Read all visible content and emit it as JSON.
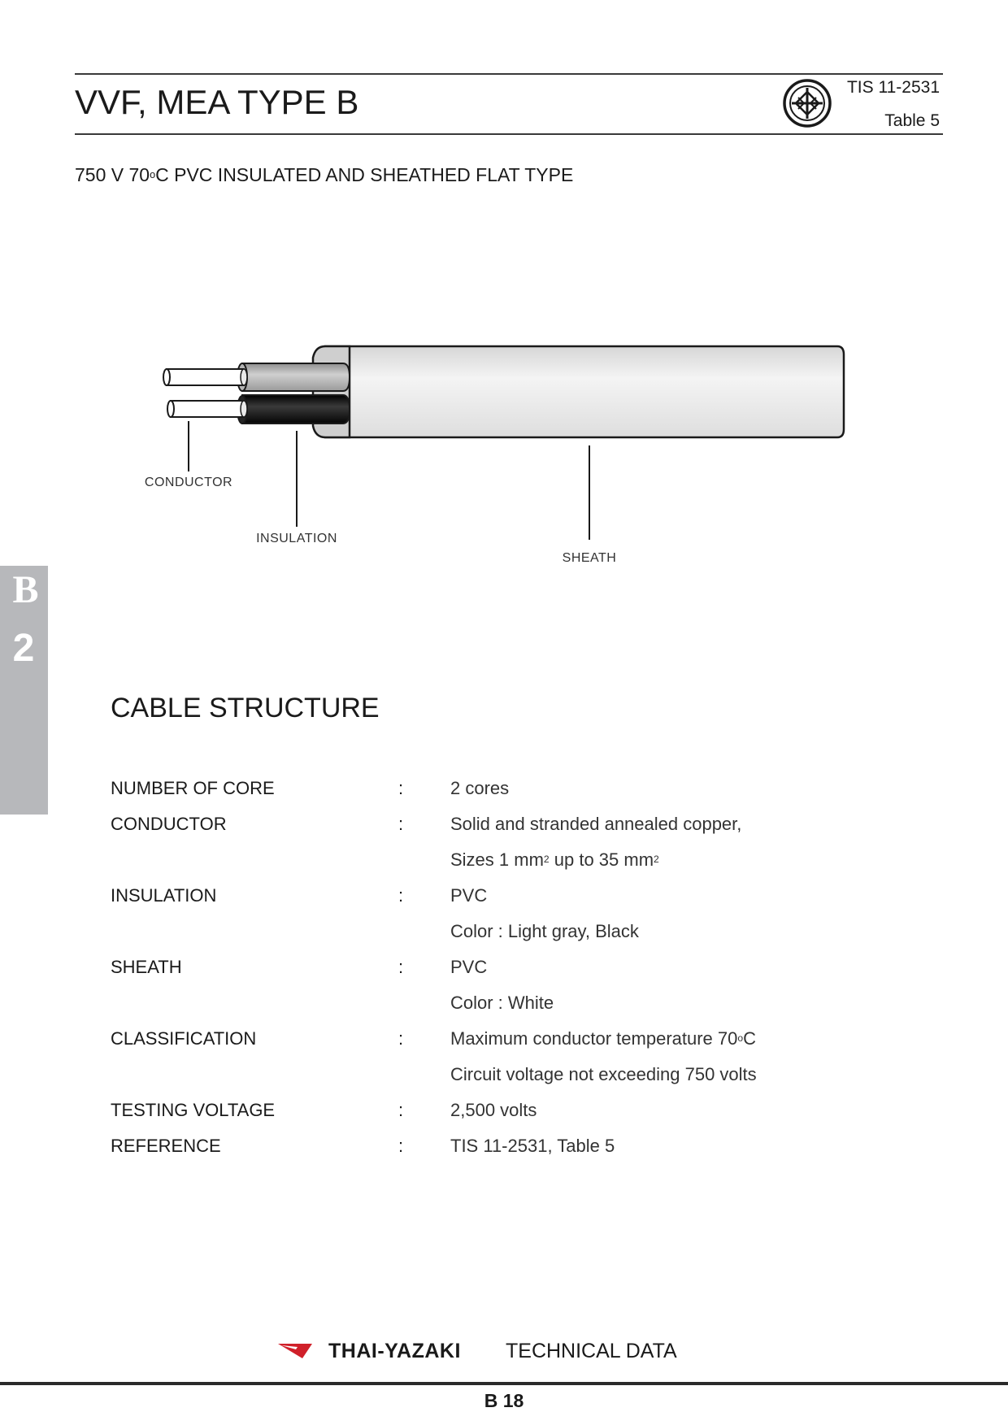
{
  "header": {
    "title": "VVF, MEA TYPE B",
    "standard_code": "TIS 11-2531",
    "standard_table": "Table 5",
    "logo_icon": "tis-certification-icon"
  },
  "subtitle": {
    "pre": "750 V 70",
    "deg": "o",
    "post": "C PVC INSULATED AND SHEATHED FLAT TYPE"
  },
  "diagram": {
    "labels": {
      "conductor": "CONDUCTOR",
      "insulation": "INSULATION",
      "sheath": "SHEATH"
    },
    "colors": {
      "sheath": "#eeeeee",
      "core_light": "#b5b5b5",
      "core_dark": "#1c1c1c",
      "conductor": "#ffffff"
    }
  },
  "side_tab": {
    "letter": "B",
    "number": "2",
    "color": "#b7b8bb"
  },
  "section_title": "CABLE STRUCTURE",
  "spec_rows": [
    {
      "label": "NUMBER OF CORE",
      "colon": ":",
      "value": "2  cores"
    },
    {
      "label": "CONDUCTOR",
      "colon": ":",
      "value": "Solid and stranded annealed copper,"
    },
    {
      "label": "",
      "colon": "",
      "value_pre": "Sizes 1 mm",
      "sup1": "2",
      "value_mid": " up to 35 mm",
      "sup2": "2"
    },
    {
      "label": "INSULATION",
      "colon": ":",
      "value": "PVC"
    },
    {
      "label": "",
      "colon": "",
      "value": "Color :  Light gray, Black"
    },
    {
      "label": "SHEATH",
      "colon": ":",
      "value": "PVC"
    },
    {
      "label": "",
      "colon": "",
      "value": "Color :  White"
    },
    {
      "label": "CLASSIFICATION",
      "colon": ":",
      "value_pre": "Maximum conductor temperature 70",
      "sup1": "o",
      "value_mid": "C"
    },
    {
      "label": "",
      "colon": "",
      "value": "Circuit voltage not exceeding 750 volts"
    },
    {
      "label": "TESTING VOLTAGE",
      "colon": ":",
      "value": "2,500 volts"
    },
    {
      "label": "REFERENCE",
      "colon": ":",
      "value": "TIS 11-2531, Table 5"
    }
  ],
  "footer": {
    "brand": "THAI-YAZAKI",
    "tagline": "TECHNICAL  DATA",
    "page": "B 18",
    "brand_color": "#d0202a"
  }
}
